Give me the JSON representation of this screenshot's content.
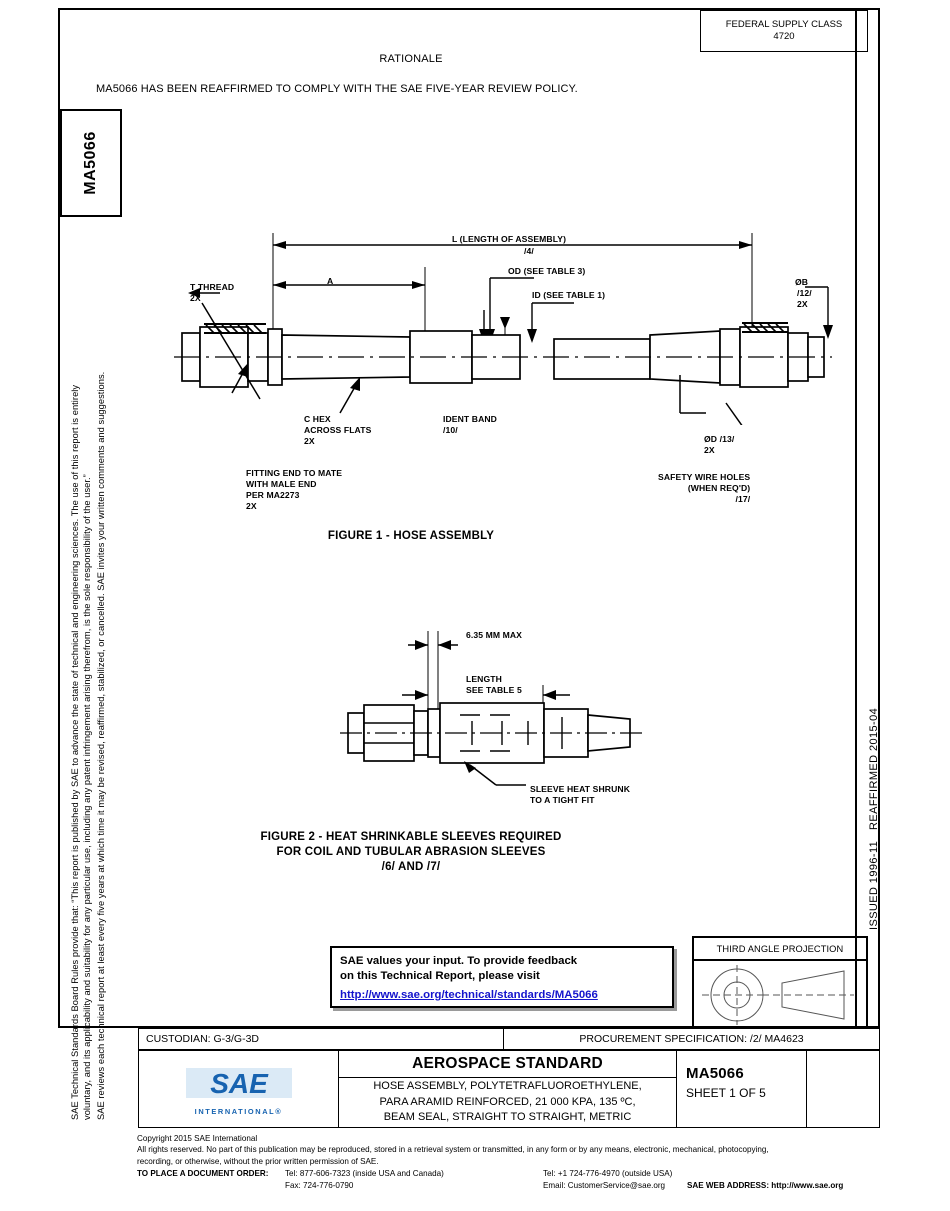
{
  "document": {
    "fsc_label": "FEDERAL SUPPLY CLASS",
    "fsc_number": "4720",
    "rationale_title": "RATIONALE",
    "rationale_body": "MA5066 HAS BEEN REAFFIRMED TO COMPLY WITH THE SAE FIVE-YEAR REVIEW POLICY.",
    "spine_number": "MA5066",
    "legal_line_1": "SAE Technical Standards Board Rules provide that: “This report is published by SAE to advance the state of technical and engineering sciences. The use of this report is entirely",
    "legal_line_2": "voluntary, and its applicability and suitability for any particular use, including any patent infringement arising therefrom, is the sole responsibility of the user.”",
    "legal_line_3": "SAE reviews each technical report at least every five years at which time it may be revised, reaffirmed, stabilized, or cancelled. SAE invites your written comments and suggestions.",
    "issued": "ISSUED 1996-11",
    "reaffirmed": "REAFFIRMED 2015-04"
  },
  "figure1": {
    "caption": "FIGURE 1 - HOSE ASSEMBLY",
    "labels": {
      "length_assembly": "L (LENGTH OF ASSEMBLY)",
      "length_note": "/4/",
      "od": "OD (SEE TABLE 3)",
      "id": "ID (SEE TABLE 1)",
      "dim_a": "A",
      "t_thread": "T THREAD",
      "t_thread_qty": "2X",
      "dia_b": "ØB",
      "dia_b_note": "/12/",
      "dia_b_qty": "2X",
      "c_hex": "C HEX\nACROSS FLATS\n2X",
      "ident_band": "IDENT BAND\n/10/",
      "fitting_end": "FITTING END TO MATE\nWITH MALE END\nPER MA2273\n2X",
      "dia_d": "ØD /13/\n2X",
      "safety_wire": "SAFETY WIRE HOLES\n(WHEN REQ'D)\n/17/"
    }
  },
  "figure2": {
    "caption_line1": "FIGURE 2 - HEAT SHRINKABLE SLEEVES REQUIRED",
    "caption_line2": "FOR COIL AND TUBULAR ABRASION SLEEVES",
    "caption_line3": "/6/ AND /7/",
    "labels": {
      "max_dim": "6.35 MM MAX",
      "length": "LENGTH\nSEE TABLE 5",
      "sleeve": "SLEEVE HEAT SHRUNK\nTO A TIGHT FIT"
    }
  },
  "feedback": {
    "line1": "SAE values your input. To provide feedback",
    "line2": "on this Technical Report, please visit",
    "link": "http://www.sae.org/technical/standards/MA5066",
    "link_color": "#1414cc"
  },
  "third_angle": {
    "title": "THIRD ANGLE PROJECTION"
  },
  "title_block": {
    "custodian": "CUSTODIAN: G-3/G-3D",
    "procurement": "PROCUREMENT SPECIFICATION: /2/ MA4623",
    "standard_type": "AEROSPACE STANDARD",
    "desc_line1": "HOSE ASSEMBLY, POLYTETRAFLUOROETHYLENE,",
    "desc_line2": "PARA ARAMID REINFORCED, 21 000 KPA, 135 ºC,",
    "desc_line3": "BEAM SEAL, STRAIGHT TO STRAIGHT, METRIC",
    "doc_number": "MA5066",
    "sheet": "SHEET 1 OF 5",
    "logo_text": "SAE",
    "logo_sub": "INTERNATIONAL®",
    "logo_color": "#1763b0"
  },
  "footer": {
    "copyright": "Copyright 2015 SAE International",
    "rights1": "All rights reserved. No part of this publication may be reproduced, stored in a retrieval system or transmitted, in any form or by any means, electronic, mechanical, photocopying,",
    "rights2": "recording, or otherwise, without the prior written permission of SAE.",
    "order_label": "TO PLACE A DOCUMENT ORDER:",
    "tel_inside": "Tel: 877-606-7323 (inside USA and Canada)",
    "fax": "Fax: 724-776-0790",
    "tel_outside": "Tel: +1 724-776-4970 (outside USA)",
    "email": "Email: CustomerService@sae.org",
    "web": "SAE WEB ADDRESS: http://www.sae.org"
  }
}
